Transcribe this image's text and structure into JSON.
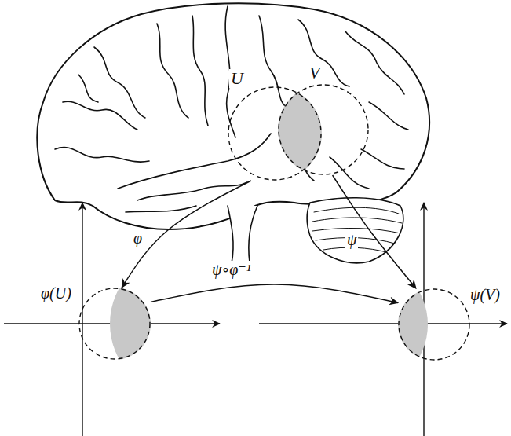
{
  "diagram": {
    "nodes": [
      {
        "text": [
          "U"
        ]
      },
      {
        "text": [
          "V"
        ]
      },
      {
        "text": [
          "φ(U)"
        ]
      },
      {
        "text": [
          "ψ(V)"
        ]
      }
    ],
    "edges": [
      {
        "from": 0,
        "to": 2,
        "label": "φ",
        "arrow": "to"
      },
      {
        "from": 1,
        "to": 3,
        "label": "ψ",
        "arrow": "to"
      },
      {
        "from": 2,
        "to": 3,
        "label": "ψ∘φ⁻¹",
        "arrow": "to"
      }
    ]
  }
}
